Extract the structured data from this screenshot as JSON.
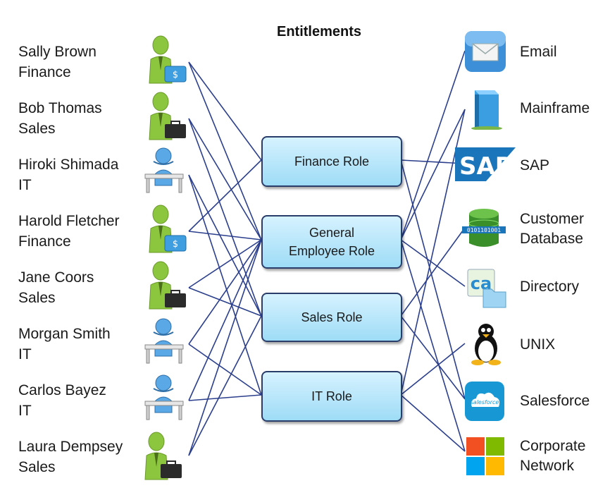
{
  "title": "Entitlements",
  "users": [
    {
      "name": "Sally Brown",
      "dept": "Finance",
      "icon": "finance-user-icon"
    },
    {
      "name": "Bob Thomas",
      "dept": "Sales",
      "icon": "sales-user-icon"
    },
    {
      "name": "Hiroki Shimada",
      "dept": "IT",
      "icon": "it-user-icon"
    },
    {
      "name": "Harold Fletcher",
      "dept": "Finance",
      "icon": "finance-user-icon"
    },
    {
      "name": "Jane Coors",
      "dept": "Sales",
      "icon": "sales-user-icon"
    },
    {
      "name": "Morgan Smith",
      "dept": "IT",
      "icon": "it-user-icon"
    },
    {
      "name": "Carlos Bayez",
      "dept": "IT",
      "icon": "it-user-icon"
    },
    {
      "name": "Laura Dempsey",
      "dept": "Sales",
      "icon": "sales-user-icon"
    }
  ],
  "roles": [
    {
      "label": "Finance Role"
    },
    {
      "label": "General\nEmployee Role"
    },
    {
      "label": "Sales Role"
    },
    {
      "label": "IT Role"
    }
  ],
  "systems": [
    {
      "line1": "Email",
      "line2": "",
      "icon": "email-icon"
    },
    {
      "line1": "Mainframe",
      "line2": "",
      "icon": "mainframe-icon"
    },
    {
      "line1": "SAP",
      "line2": "",
      "icon": "sap-logo-icon",
      "logo_text": "SAP"
    },
    {
      "line1": "Customer",
      "line2": "Database",
      "icon": "database-icon",
      "icon_text": "0101101001"
    },
    {
      "line1": "Directory",
      "line2": "",
      "icon": "directory-icon",
      "logo_text": "ca"
    },
    {
      "line1": "UNIX",
      "line2": "",
      "icon": "linux-penguin-icon"
    },
    {
      "line1": "Salesforce",
      "line2": "",
      "icon": "salesforce-icon",
      "logo_text": "salesforce"
    },
    {
      "line1": "Corporate",
      "line2": "Network",
      "icon": "windows-logo-icon"
    }
  ],
  "colors": {
    "line": "#2b3f8c",
    "role_border": "#2a3d6b",
    "user_green": "#8cc63f",
    "it_blue": "#5aa9e6"
  }
}
